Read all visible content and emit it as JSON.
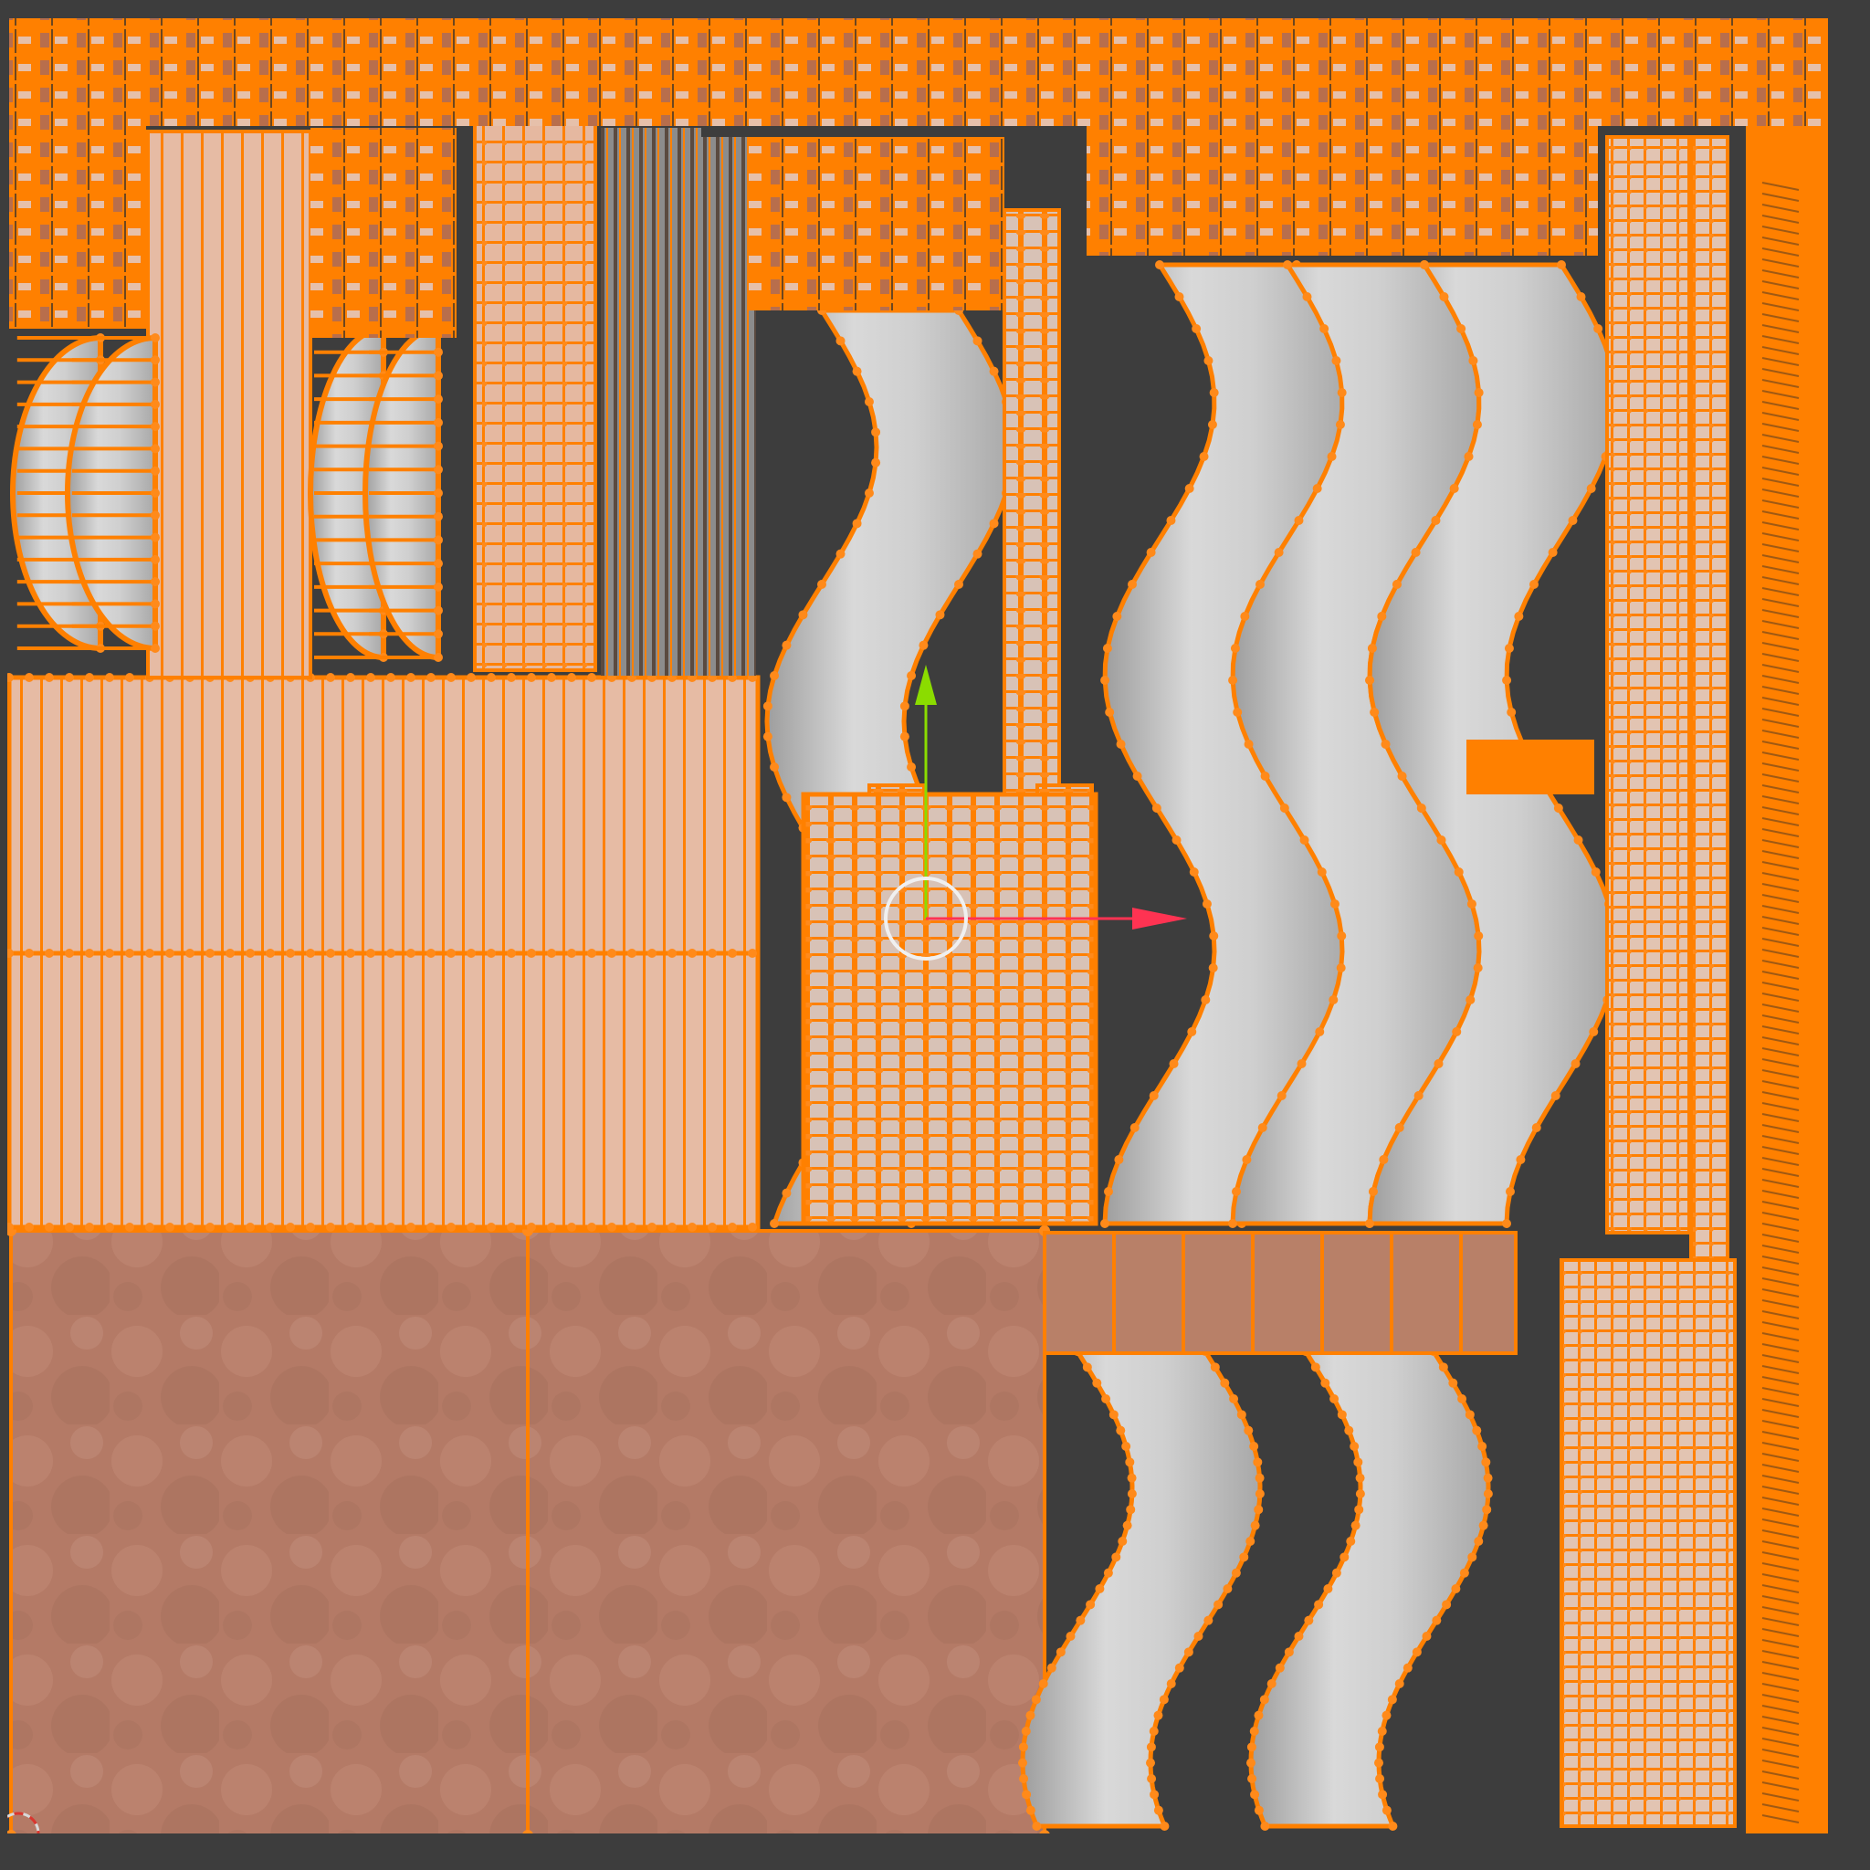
{
  "editor": {
    "type": "UV Editor",
    "mode": "edit",
    "selection": "all",
    "gizmo": "move",
    "cursor_icon": "2d-cursor-icon"
  },
  "colors": {
    "viewport_bg": "#3d3d3d",
    "selected_edge": "#ff8000",
    "vertex": "#ff8a1a",
    "copper_texture": "#b97c67",
    "panel_texture": "#e4b9a2",
    "silver_texture": "#c9c9c9",
    "x_axis": "#ff3352",
    "y_axis": "#8bdc00",
    "gizmo_ring": "#f0f0f0"
  },
  "icons": [
    "2d-cursor-icon",
    "move-gizmo-icon"
  ]
}
